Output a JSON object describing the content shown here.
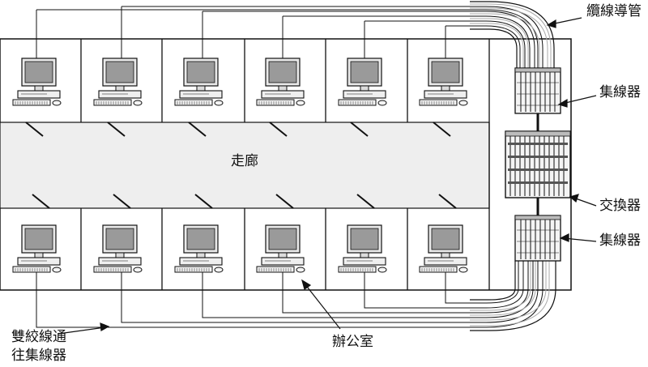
{
  "labels": {
    "conduit": "纜線導管",
    "hub_top": "集線器",
    "switch": "交換器",
    "hub_bottom": "集線器",
    "corridor": "走廊",
    "twisted_pair_line1": "雙絞線通",
    "twisted_pair_line2": "往集線器",
    "office": "辦公室"
  },
  "colors": {
    "line": "#111111",
    "corridor_fill": "#eeeeee",
    "screen": "#9a9a9a",
    "equipment": "#f4f4f4"
  },
  "layout_counts": {
    "offices_top_row": 6,
    "offices_bottom_row": 6
  }
}
